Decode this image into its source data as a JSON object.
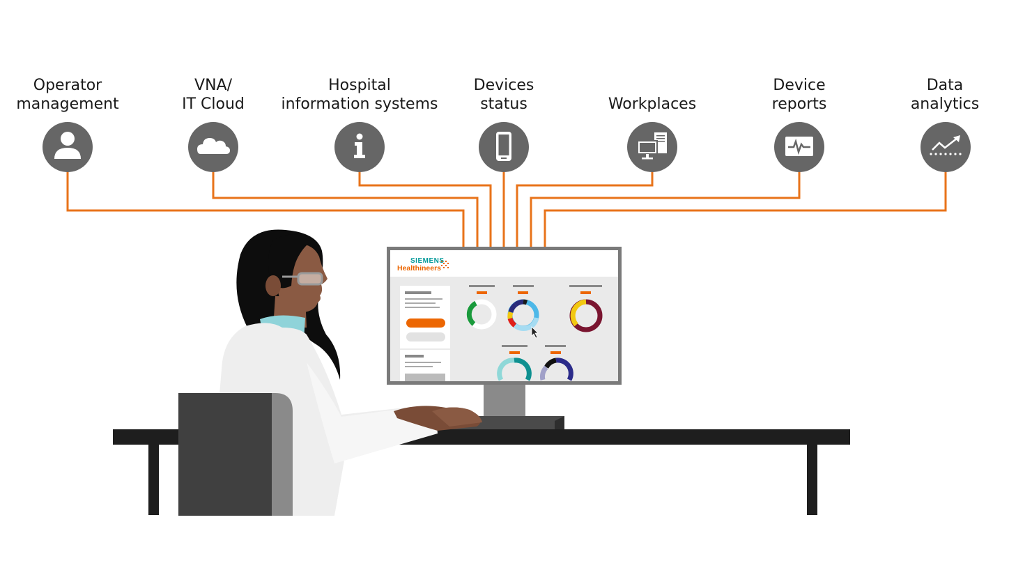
{
  "nodes": [
    {
      "line1": "Operator",
      "line2": "management",
      "icon": "user-icon"
    },
    {
      "line1": "VNA/",
      "line2": "IT Cloud",
      "icon": "cloud-icon"
    },
    {
      "line1": "Hospital",
      "line2": "information systems",
      "icon": "info-icon"
    },
    {
      "line1": "Devices",
      "line2": "status",
      "icon": "mobile-device-icon"
    },
    {
      "line1": "",
      "line2": "Workplaces",
      "icon": "workstation-icon"
    },
    {
      "line1": "Device",
      "line2": "reports",
      "icon": "monitor-report-icon"
    },
    {
      "line1": "Data",
      "line2": "analytics",
      "icon": "trend-chart-icon"
    }
  ],
  "screen": {
    "brand_top": "SIEMENS",
    "brand_bottom": "Healthineers"
  },
  "colors": {
    "connector": "#e8731a",
    "icon_circle": "#666666",
    "brand_teal": "#009999",
    "brand_orange": "#ec6602"
  }
}
